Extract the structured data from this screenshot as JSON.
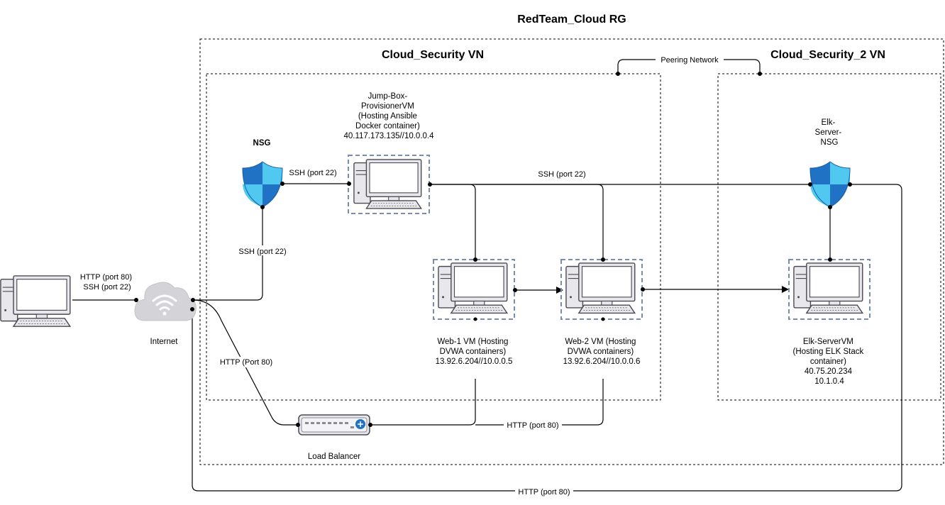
{
  "diagram": {
    "title": "RedTeam_Cloud RG",
    "vnet1": {
      "title": "Cloud_Security VN"
    },
    "vnet2": {
      "title": "Cloud_Security_2 VN"
    },
    "peering": "Peering Network",
    "nsg1": {
      "label": "NSG"
    },
    "nsg2": {
      "lines": [
        "Elk-",
        "Server-",
        "NSG"
      ]
    },
    "jumpbox": {
      "lines": [
        "Jump-Box-",
        "ProvisionerVM",
        "(Hosting Ansible",
        "Docker container)",
        "40.117.173.135//10.0.0.4"
      ]
    },
    "web1": {
      "lines": [
        "Web-1 VM (Hosting",
        "DVWA containers)",
        "13.92.6.204//10.0.0.5"
      ]
    },
    "web2": {
      "lines": [
        "Web-2 VM (Hosting",
        "DVWA containers)",
        "13.92.6.204//10.0.0.6"
      ]
    },
    "elk": {
      "lines": [
        "Elk-ServerVM",
        "(Hosting ELK Stack",
        "container)",
        "40.75.20.234",
        "10.1.0.4"
      ]
    },
    "client": {
      "lines": [
        "HTTP (port 80)",
        "SSH (port 22)"
      ]
    },
    "internet": {
      "label": "Internet"
    },
    "load_balancer": {
      "label": "Load Balancer"
    },
    "edges": {
      "ssh_nsg_jump": "SSH (port 22)",
      "ssh_jump_elk": "SSH (port 22)",
      "ssh_internet_nsg": "SSH (port 22)",
      "http_internet_lb": "HTTP (Port 80)",
      "http_lb_web2": "HTTP (port 80)",
      "http_bottom": "HTTP (port 80)"
    },
    "colors": {
      "shield_dark": "#1F72C4",
      "shield_light": "#50C8F0",
      "computer_fill": "#E8E8EC",
      "computer_stroke": "#4A4A55",
      "screen_fill": "#FFFFFF",
      "cloud": "#D4D4D8",
      "frame": "#7A8CB0"
    }
  }
}
